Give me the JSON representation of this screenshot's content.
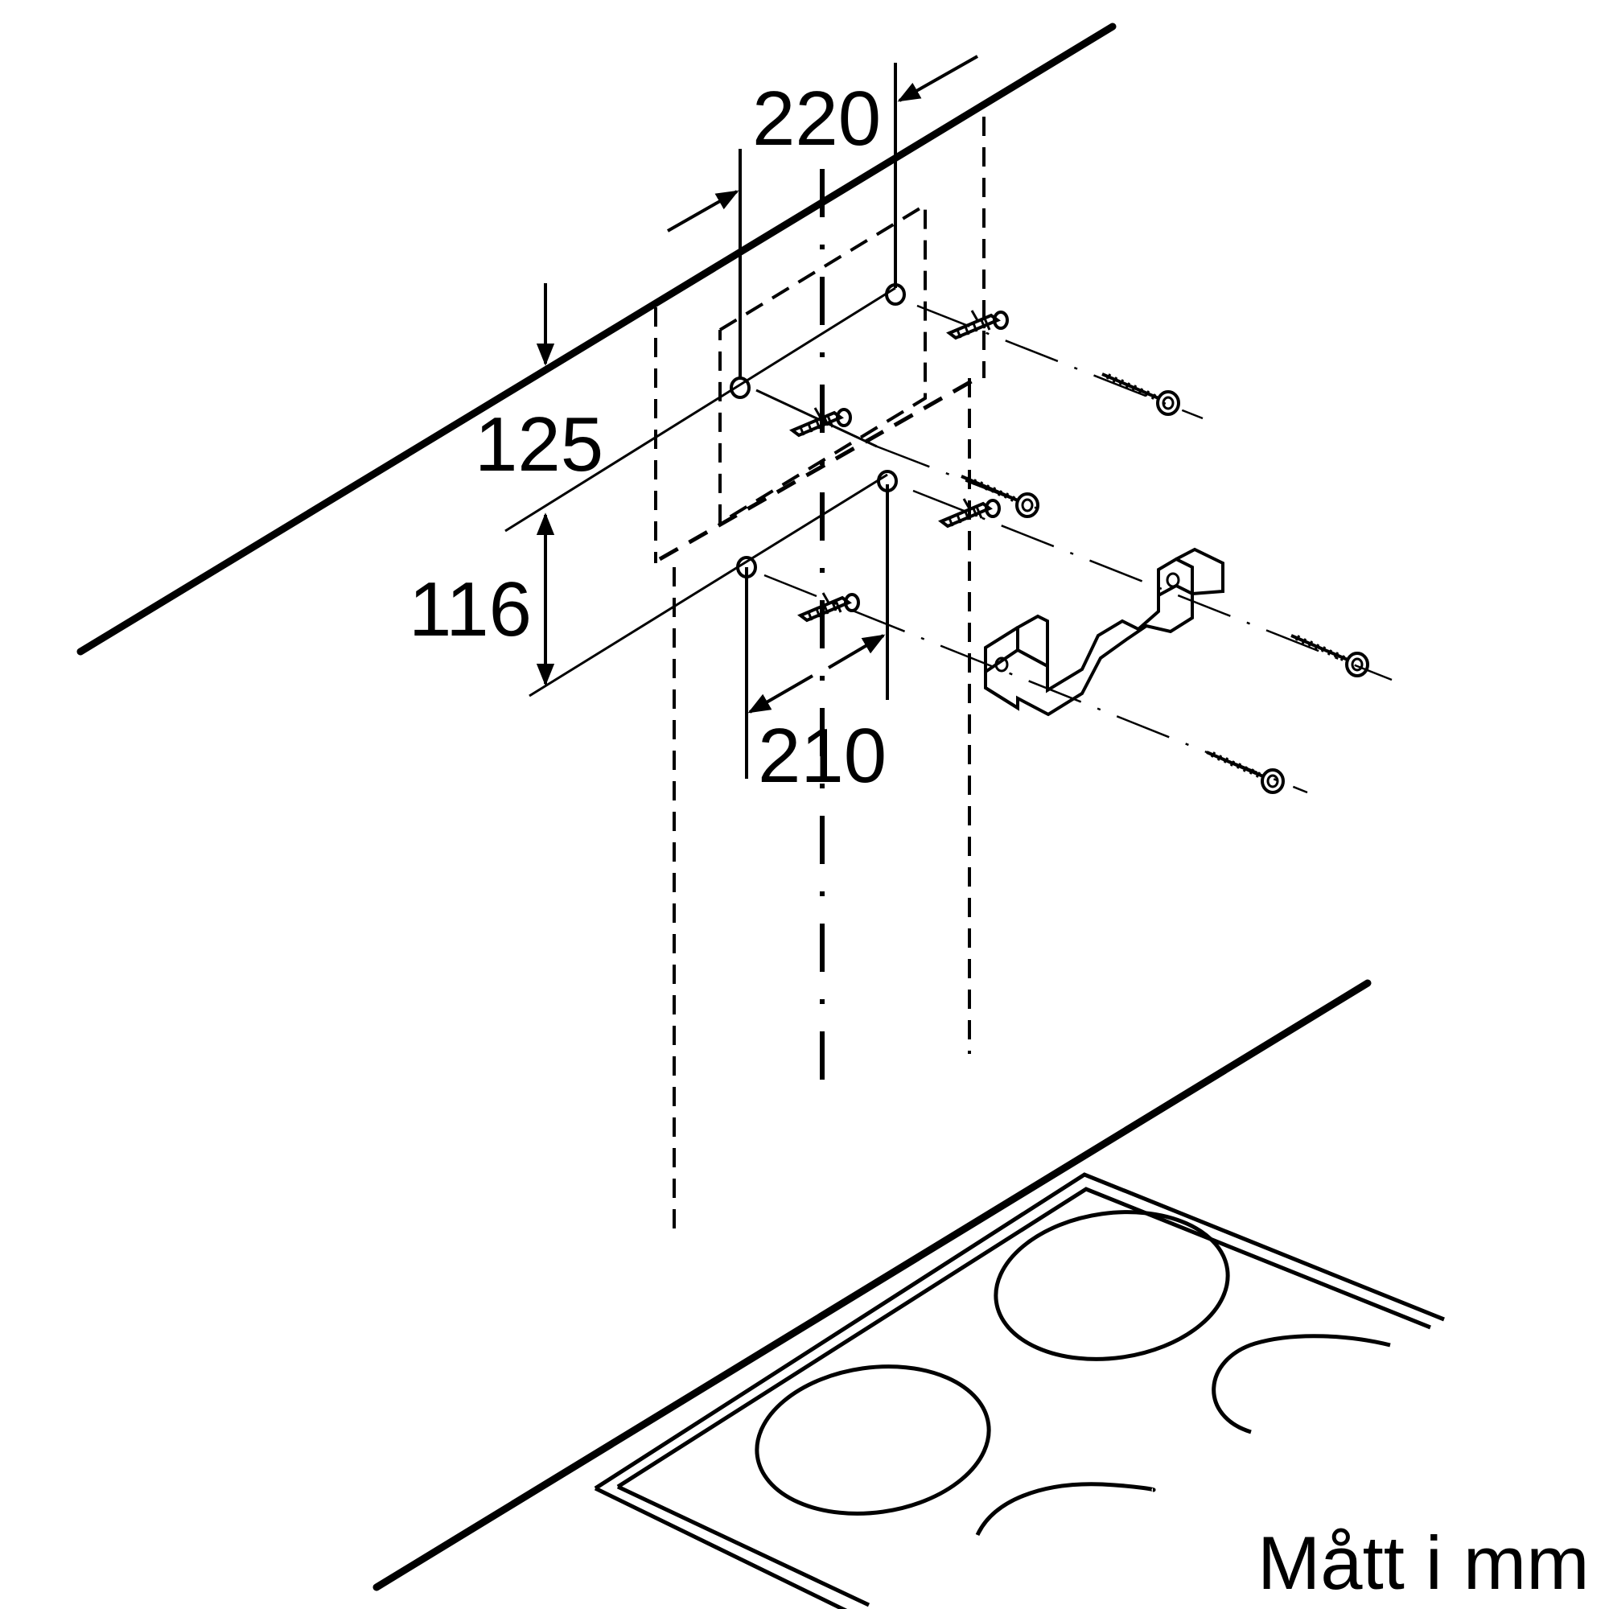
{
  "diagram": {
    "dimensions": {
      "top_width": "220",
      "left_offset": "125",
      "vertical_spacing": "116",
      "bottom_width": "210"
    },
    "unit_note": "Mått i mm"
  }
}
